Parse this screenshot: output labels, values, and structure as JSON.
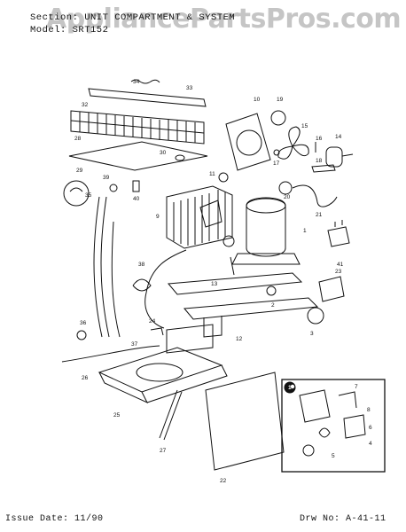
{
  "header": {
    "section_line": "Section: UNIT COMPARTMENT & SYSTEM",
    "model_line": "Model: SRT152"
  },
  "watermark": "AppliancePartsPros.com",
  "footer": {
    "issue_date": "Issue Date: 11/90",
    "drawing_no": "Drw No: A-41-11"
  },
  "inset_badge": "1",
  "callouts": [
    "34",
    "33",
    "32",
    "28",
    "29",
    "30",
    "35",
    "39",
    "40",
    "10",
    "19",
    "15",
    "16",
    "14",
    "17",
    "18",
    "11",
    "20",
    "21",
    "9",
    "1",
    "41",
    "38",
    "13",
    "23",
    "2",
    "36",
    "24",
    "37",
    "12",
    "3",
    "26",
    "25",
    "27",
    "22",
    "7",
    "8",
    "6",
    "4",
    "5"
  ]
}
